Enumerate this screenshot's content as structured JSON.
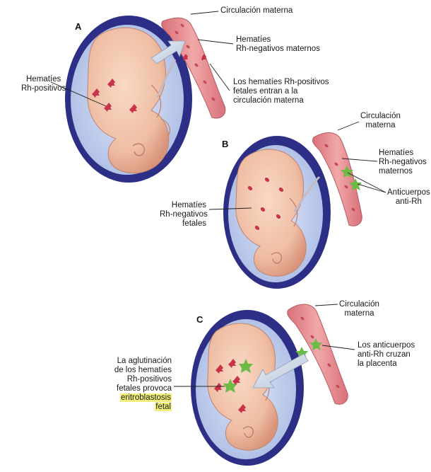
{
  "panels": {
    "a": {
      "letter": "A",
      "maternal_circulation": "Circulación materna",
      "maternal_rbc_1": "Hematíes",
      "maternal_rbc_2": "Rh-negativos maternos",
      "fetal_rbc_1": "Hematíes",
      "fetal_rbc_2": "Rh-positivos",
      "entry_1": "Los hematíes Rh-positivos",
      "entry_2": "fetales entran a la",
      "entry_3": "circulación materna"
    },
    "b": {
      "letter": "B",
      "maternal_circulation_1": "Circulación",
      "maternal_circulation_2": "materna",
      "maternal_rbc_1": "Hematíes",
      "maternal_rbc_2": "Rh-negativos",
      "maternal_rbc_3": "maternos",
      "antibodies_1": "Anticuerpos",
      "antibodies_2": "anti-Rh",
      "fetal_rbc_1": "Hematíes",
      "fetal_rbc_2": "Rh-negativos",
      "fetal_rbc_3": "fetales"
    },
    "c": {
      "letter": "C",
      "maternal_circulation_1": "Circulación",
      "maternal_circulation_2": "materna",
      "cross_1": "Los anticuerpos",
      "cross_2": "anti-Rh cruzan",
      "cross_3": "la placenta",
      "agglut_1": "La aglutinación",
      "agglut_2": "de los hematíes",
      "agglut_3": "Rh-positivos",
      "agglut_4": "fetales provoca",
      "agglut_5": "eritroblastosis",
      "agglut_6": "fetal"
    }
  },
  "colors": {
    "uterus_wall": "#2d2f86",
    "amniotic_fluid": "#b9c8ea",
    "fetus_skin": "#f2c4ad",
    "vessel": "#e58a8e",
    "rbc": "#c8334a",
    "antibody": "#6dbb45",
    "highlight": "#f2f07a"
  }
}
